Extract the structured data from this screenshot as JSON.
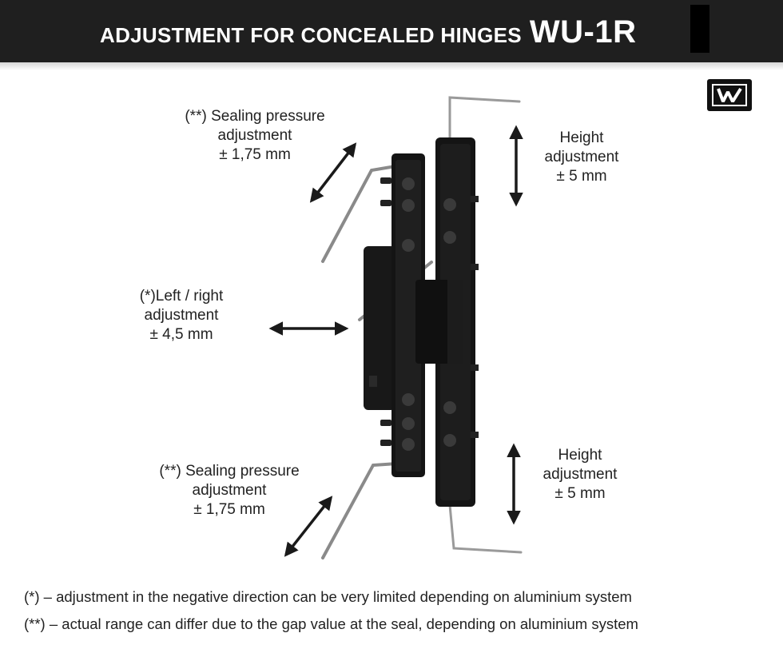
{
  "header": {
    "title": "ADJUSTMENT FOR CONCEALED HINGES",
    "model": "WU-1R",
    "logo_text": "W"
  },
  "labels": {
    "sealing_top": [
      "(**) Sealing pressure",
      "adjustment",
      "± 1,75 mm"
    ],
    "height_top": [
      "Height",
      "adjustment",
      "±  5 mm"
    ],
    "left_right": [
      "(*)Left / right",
      "adjustment",
      "± 4,5 mm"
    ],
    "sealing_bottom": [
      "(**) Sealing pressure",
      "adjustment",
      "± 1,75 mm"
    ],
    "height_bottom": [
      "Height",
      "adjustment",
      "±  5 mm"
    ]
  },
  "footnotes": [
    "(*) – adjustment in the negative direction can be very limited depending on aluminium system",
    "(**) – actual range can differ due to the gap value at the seal, depending on aluminium system"
  ],
  "colors": {
    "header_bg": "#1f1f1f",
    "header_text": "#ffffff",
    "hinge": "#141414",
    "arrow": "#1a1a1a",
    "wrench": "#8a8a8a"
  }
}
